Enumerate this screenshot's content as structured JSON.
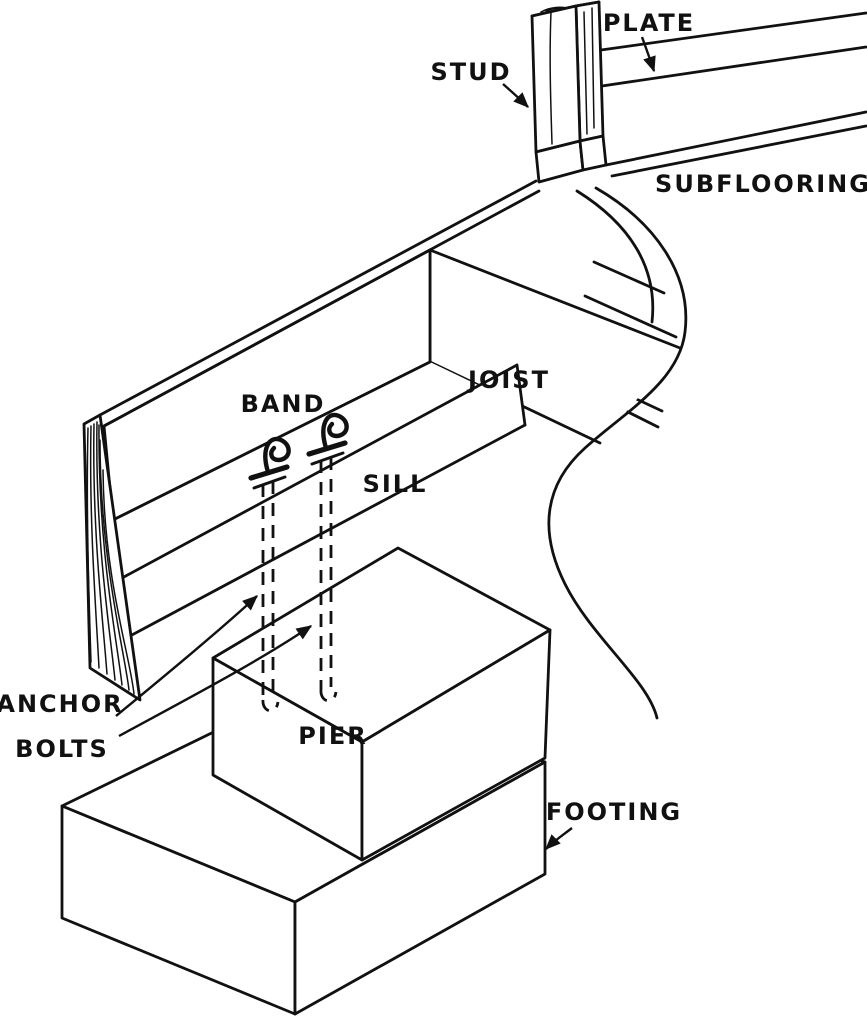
{
  "figure": {
    "labels": {
      "plate": "PLATE",
      "stud": "STUD",
      "subflooring": "SUBFLOORING",
      "joist": "JOIST",
      "band": "BAND",
      "sill": "SILL",
      "anchor": "ANCHOR",
      "bolts": "BOLTS",
      "pier": "PIER",
      "footing": "FOOTING"
    },
    "colors": {
      "ink": "#111111",
      "paper": "#ffffff"
    }
  }
}
